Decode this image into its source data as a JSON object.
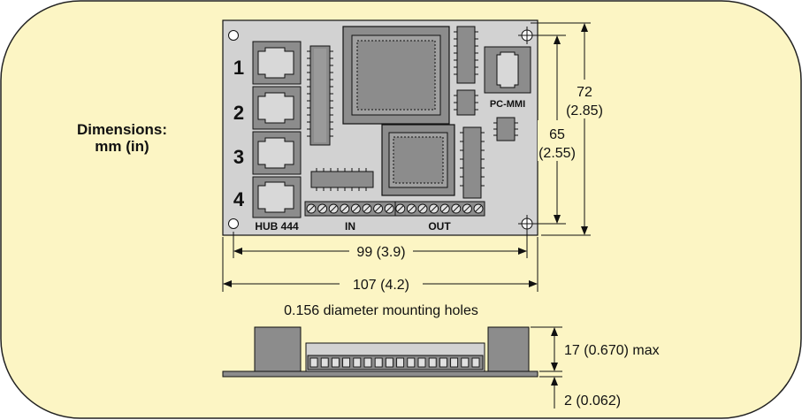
{
  "dimensions_title": {
    "line1": "Dimensions:",
    "line2": "mm (in)"
  },
  "board": {
    "ports": [
      "1",
      "2",
      "3",
      "4"
    ],
    "model_label": "HUB 444",
    "pc_port_label": "PC-MMI",
    "terminal_in_label": "IN",
    "terminal_out_label": "OUT"
  },
  "measurements": {
    "height_outer": {
      "value": "72",
      "inches": "(2.85)"
    },
    "height_inner": {
      "value": "65",
      "inches": "(2.55)"
    },
    "width_inner": "99 (3.9)",
    "width_outer": "107 (4.2)",
    "hole_note": "0.156 diameter mounting holes",
    "side_height": "17 (0.670) max",
    "board_thickness": "2 (0.062)"
  },
  "colors": {
    "background": "#fcf5c4",
    "board": "#d2d2d2",
    "chip": "#8c8c8c"
  }
}
